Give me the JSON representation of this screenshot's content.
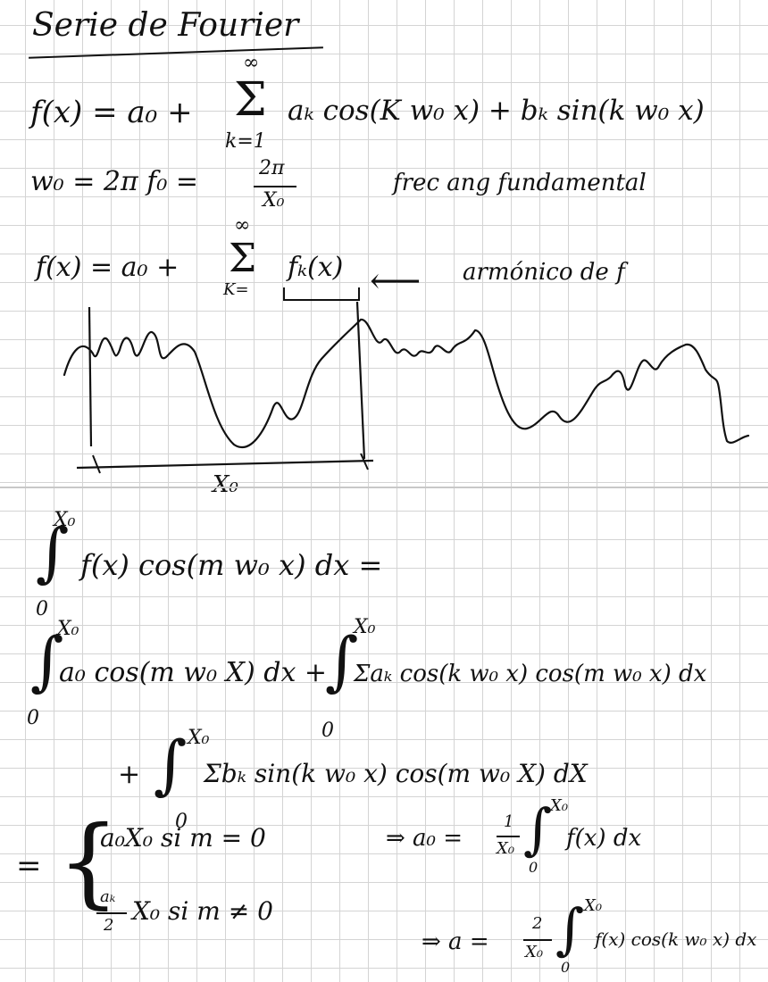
{
  "title": "Serie de Fourier",
  "eq1": {
    "lhs": "f(x) = a₀ +",
    "sum_top": "∞",
    "sum_symbol": "Σ",
    "sum_bottom": "k=1",
    "body": "aₖ cos(K w₀ x) + bₖ sin(k w₀ x)"
  },
  "eq2": {
    "lhs": "w₀ = 2π f₀ =",
    "frac_num": "2π",
    "frac_den": "X₀",
    "note": "frec ang fundamental"
  },
  "eq3": {
    "lhs": "f(x) = a₀ +",
    "sum_top": "∞",
    "sum_symbol": "Σ",
    "sum_bottom": "K=",
    "body": "fₖ(x)",
    "arrow": "⟵",
    "note": "armónico de f"
  },
  "sketch": {
    "period_label": "X₀"
  },
  "integral1": {
    "upper": "X₀",
    "lower": "0",
    "body": "f(x) cos(m w₀ x)  dx   ="
  },
  "integral2": {
    "upper_a": "X₀",
    "lower_a": "0",
    "body_a": "a₀ cos(m w₀ X)  dx +",
    "upper_b": "X₀",
    "lower_b": "0",
    "body_b": "Σaₖ cos(k w₀ x) cos(m w₀ x) dx"
  },
  "integral3": {
    "plus": "+",
    "upper": "X₀",
    "lower": "0",
    "body": "Σbₖ sin(k w₀ x)  cos(m w₀ X)  dX"
  },
  "cases": {
    "equals": "=",
    "brace": "{",
    "case1": "a₀X₀  si  m = 0",
    "case1_result_prefix": "⇒  a₀ =",
    "case1_frac_num": "1",
    "case1_frac_den": "X₀",
    "case1_upper": "X₀",
    "case1_lower": "0",
    "case1_integrand": "f(x) dx",
    "case2_frac_num": "aₖ",
    "case2_frac_den": "2",
    "case2": "X₀  si   m ≠ 0",
    "case2_result_prefix": "⇒  a  =",
    "case2_frac_num2": "2",
    "case2_frac_den2": "X₀",
    "case2_upper": "X₀",
    "case2_lower": "0",
    "case2_integrand": "f(x) cos(k w₀ x) dx"
  }
}
